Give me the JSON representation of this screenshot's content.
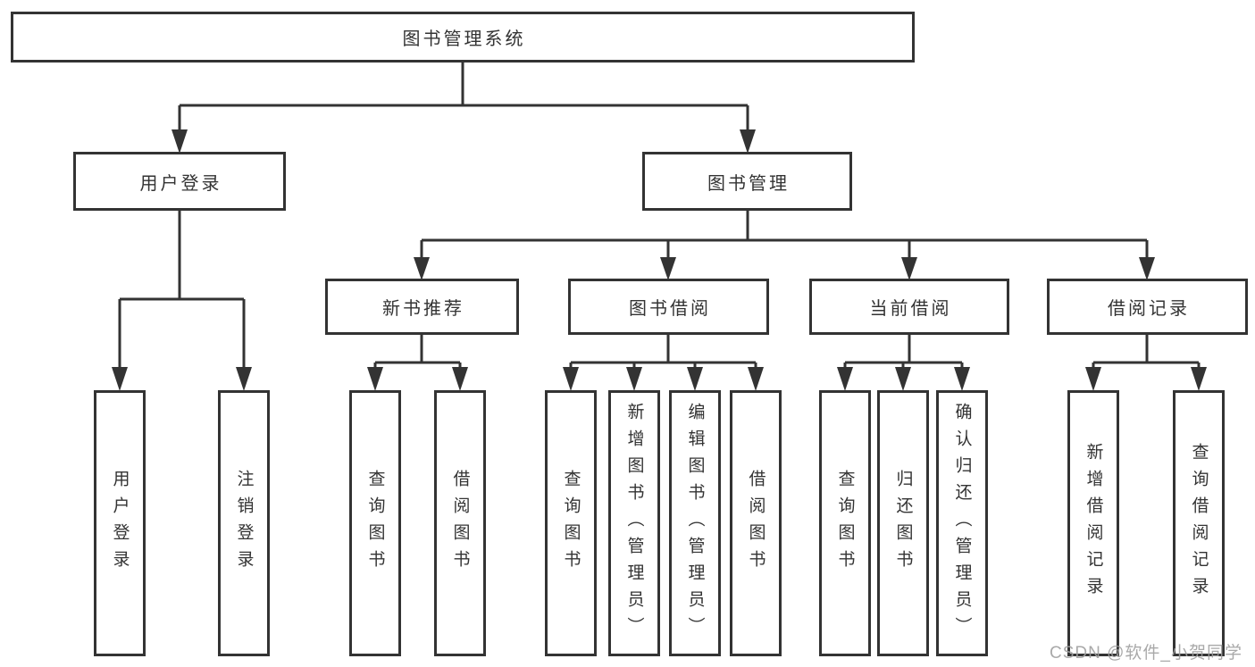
{
  "diagram_type": "functional-module-tree",
  "tree": {
    "root": {
      "label": "图书管理系统",
      "children": [
        {
          "label": "用户登录",
          "children": [
            {
              "label": "用户登录"
            },
            {
              "label": "注销登录"
            }
          ]
        },
        {
          "label": "图书管理",
          "children": [
            {
              "label": "新书推荐",
              "children": [
                {
                  "label": "查询图书"
                },
                {
                  "label": "借阅图书"
                }
              ]
            },
            {
              "label": "图书借阅",
              "children": [
                {
                  "label": "查询图书"
                },
                {
                  "label": "新增图书（管理员）"
                },
                {
                  "label": "编辑图书（管理员）"
                },
                {
                  "label": "借阅图书"
                }
              ]
            },
            {
              "label": "当前借阅",
              "children": [
                {
                  "label": "查询图书"
                },
                {
                  "label": "归还图书"
                },
                {
                  "label": "确认归还（管理员）"
                }
              ]
            },
            {
              "label": "借阅记录",
              "children": [
                {
                  "label": "新增借阅记录"
                },
                {
                  "label": "查询借阅记录"
                }
              ]
            }
          ]
        }
      ]
    }
  },
  "watermark": {
    "text": "CSDN @软件_小贺同学"
  },
  "colors": {
    "line": "#333333",
    "box_border": "#333333",
    "text": "#333333",
    "watermark": "#a0a0a0",
    "background": "#ffffff"
  }
}
